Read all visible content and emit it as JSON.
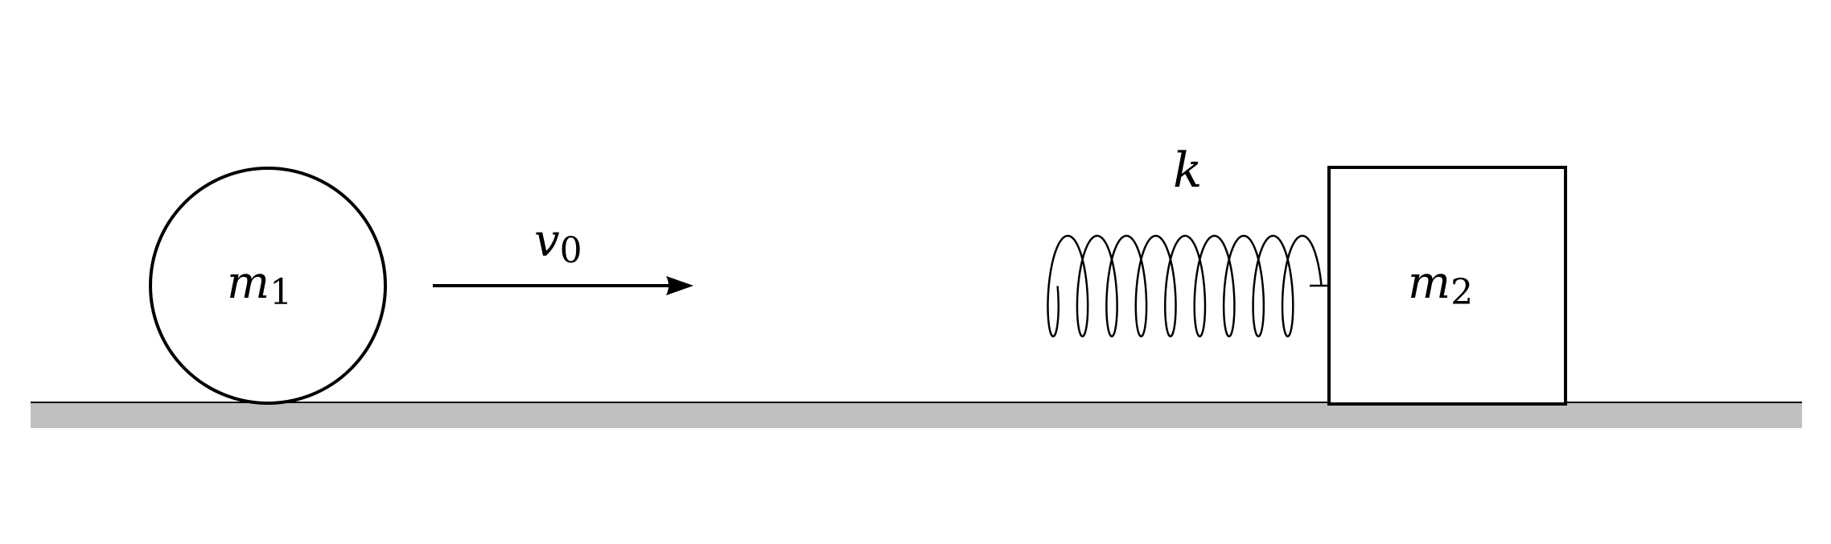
{
  "labels": {
    "mass1": {
      "base": "m",
      "sub": "1"
    },
    "velocity": {
      "base": "v",
      "sub": "0"
    },
    "spring_constant": "k",
    "mass2": {
      "base": "m",
      "sub": "2"
    }
  },
  "colors": {
    "stroke": "#000000",
    "floor": "#c0c0c0",
    "background": "#ffffff"
  }
}
